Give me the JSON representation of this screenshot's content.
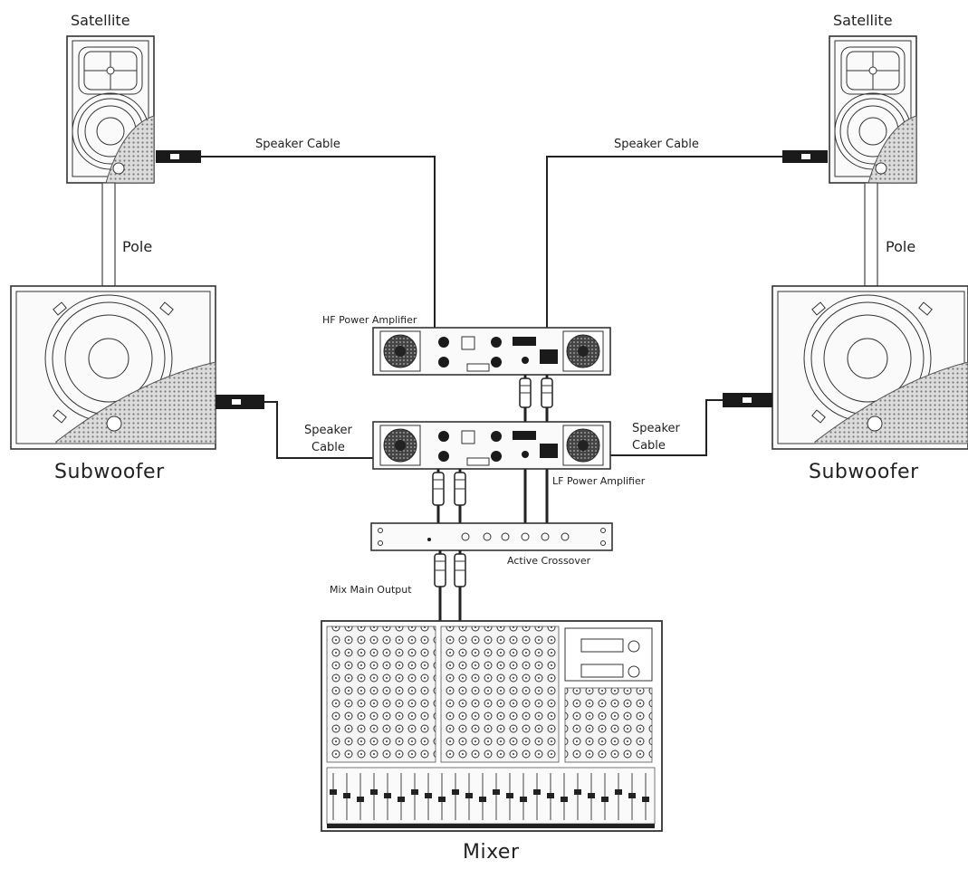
{
  "labels": {
    "satellite_left": "Satellite",
    "satellite_right": "Satellite",
    "pole_left": "Pole",
    "pole_right": "Pole",
    "subwoofer_left": "Subwoofer",
    "subwoofer_right": "Subwoofer",
    "speaker_cable_top_left": "Speaker Cable",
    "speaker_cable_top_right": "Speaker Cable",
    "speaker_cable_mid_left": [
      "Speaker",
      "Cable"
    ],
    "speaker_cable_mid_right": [
      "Speaker",
      "Cable"
    ],
    "hf_amp": "HF Power Amplifier",
    "lf_amp": "LF Power Amplifier",
    "crossover": "Active Crossover",
    "mix_output": "Mix Main Output",
    "mixer": "Mixer"
  }
}
